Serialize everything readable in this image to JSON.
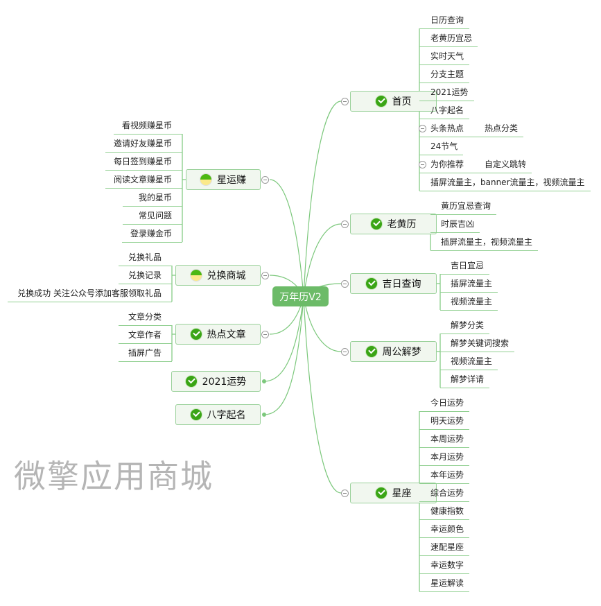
{
  "root": "万年历V2",
  "watermark": "微擎应用商城",
  "right": [
    {
      "label": "首页",
      "icon": "check",
      "children": [
        {
          "label": "日历查询"
        },
        {
          "label": "老黄历宜忌"
        },
        {
          "label": "实时天气"
        },
        {
          "label": "分支主题"
        },
        {
          "label": "2021运势"
        },
        {
          "label": "八字起名"
        },
        {
          "label": "头条热点",
          "sub": "热点分类"
        },
        {
          "label": "24节气"
        },
        {
          "label": "为你推荐",
          "sub": "自定义跳转"
        },
        {
          "label": "插屏流量主，banner流量主，视频流量主"
        }
      ]
    },
    {
      "label": "老黄历",
      "icon": "check",
      "children": [
        {
          "label": "黄历宜忌查询"
        },
        {
          "label": "时辰吉凶"
        },
        {
          "label": "插屏流量主，视频流量主"
        }
      ]
    },
    {
      "label": "吉日查询",
      "icon": "check",
      "children": [
        {
          "label": "吉日宜忌"
        },
        {
          "label": "插屏流量主"
        },
        {
          "label": "视频流量主"
        }
      ]
    },
    {
      "label": "周公解梦",
      "icon": "check",
      "children": [
        {
          "label": "解梦分类"
        },
        {
          "label": "解梦关键词搜索"
        },
        {
          "label": "视频流量主"
        },
        {
          "label": "解梦详请"
        }
      ]
    },
    {
      "label": "星座",
      "icon": "check",
      "children": [
        {
          "label": "今日运势"
        },
        {
          "label": "明天运势"
        },
        {
          "label": "本周运势"
        },
        {
          "label": "本月运势"
        },
        {
          "label": "本年运势"
        },
        {
          "label": "综合运势"
        },
        {
          "label": "健康指数"
        },
        {
          "label": "幸运颜色"
        },
        {
          "label": "速配星座"
        },
        {
          "label": "幸运数字"
        },
        {
          "label": "星运解读"
        }
      ]
    }
  ],
  "left": [
    {
      "label": "星运赚",
      "icon": "half",
      "children": [
        {
          "label": "看视频赚星币"
        },
        {
          "label": "邀请好友赚星币"
        },
        {
          "label": "每日签到赚星币"
        },
        {
          "label": "阅读文章赚星币"
        },
        {
          "label": "我的星币"
        },
        {
          "label": "常见问题"
        },
        {
          "label": "登录赚金币"
        }
      ]
    },
    {
      "label": "兑换商城",
      "icon": "half",
      "children": [
        {
          "label": "兑换礼品"
        },
        {
          "label": "兑换记录"
        },
        {
          "label": "兑换成功 关注公众号添加客服领取礼品"
        }
      ]
    },
    {
      "label": "热点文章",
      "icon": "check",
      "children": [
        {
          "label": "文章分类"
        },
        {
          "label": "文章作者"
        },
        {
          "label": "插屏广告"
        }
      ]
    },
    {
      "label": "2021运势",
      "icon": "check",
      "children": []
    },
    {
      "label": "八字起名",
      "icon": "check",
      "children": []
    }
  ]
}
